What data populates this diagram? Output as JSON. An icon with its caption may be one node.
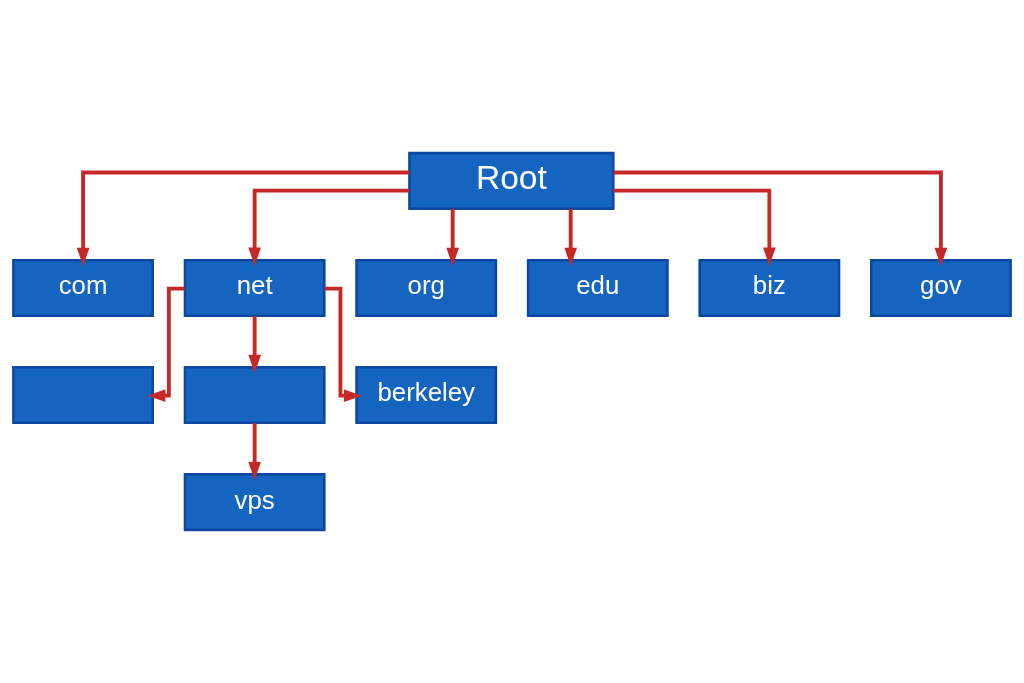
{
  "diagram": {
    "nodes": [
      {
        "text": [
          "Root"
        ]
      },
      {
        "text": [
          "com"
        ]
      },
      {
        "text": [
          "net"
        ]
      },
      {
        "text": [
          "org"
        ]
      },
      {
        "text": [
          "edu"
        ]
      },
      {
        "text": [
          "biz"
        ]
      },
      {
        "text": [
          "gov"
        ]
      },
      {
        "text": [],
        "shape": "box"
      },
      {
        "text": [],
        "shape": "box"
      },
      {
        "text": [
          "berkeley"
        ]
      },
      {
        "text": [
          "vps"
        ]
      }
    ],
    "edges": [
      {
        "from": 0,
        "to": 1,
        "arrow": "to"
      },
      {
        "from": 0,
        "to": 2,
        "arrow": "to"
      },
      {
        "from": 0,
        "to": 3,
        "arrow": "to"
      },
      {
        "from": 0,
        "to": 4,
        "arrow": "to"
      },
      {
        "from": 0,
        "to": 5,
        "arrow": "to"
      },
      {
        "from": 0,
        "to": 6,
        "arrow": "to"
      },
      {
        "from": 2,
        "to": 7,
        "arrow": "to"
      },
      {
        "from": 2,
        "to": 8,
        "arrow": "to"
      },
      {
        "from": 2,
        "to": 9,
        "arrow": "to"
      },
      {
        "from": 8,
        "to": 10,
        "arrow": "to"
      }
    ]
  }
}
